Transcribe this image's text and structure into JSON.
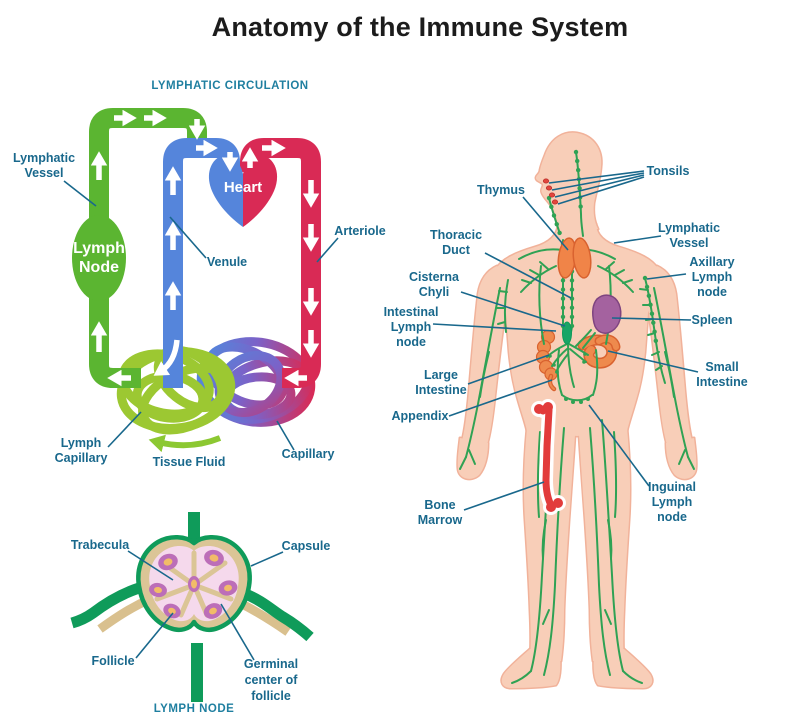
{
  "title": "Anatomy of the Immune System",
  "colors": {
    "label_text": "#19688C",
    "heading_teal": "#1F7FA0",
    "lymph_green": "#5BB531",
    "capillary_light_green": "#9CC832",
    "vein_blue": "#5585DB",
    "artery_red": "#D92A55",
    "body_skin": "#F8CEB8",
    "body_vessel_green": "#2FA254",
    "organ_orange": "#EE8A4D",
    "spleen_purple": "#A4629F",
    "bone_red": "#E23B3B",
    "node_capsule_tan": "#DBC596",
    "node_interior_pink": "#F5D9EC",
    "node_follicle_purple": "#BC6EB8",
    "node_germinal_orange": "#F2BC68",
    "node_vessel_green": "#0F9B5A"
  },
  "circulation": {
    "heading": "LYMPHATIC CIRCULATION",
    "labels": {
      "lymphatic_vessel": [
        "Lymphatic",
        "Vessel"
      ],
      "lymph_node": [
        "Lymph",
        "Node"
      ],
      "heart": "Heart",
      "venule": "Venule",
      "arteriole": "Arteriole",
      "lymph_capillary": [
        "Lymph",
        "Capillary"
      ],
      "tissue_fluid": "Tissue Fluid",
      "capillary": "Capillary"
    }
  },
  "lymph_node_diagram": {
    "heading": "LYMPH NODE",
    "labels": {
      "trabecula": "Trabecula",
      "capsule": "Capsule",
      "follicle": "Follicle",
      "germinal_center": [
        "Germinal",
        "center of",
        "follicle"
      ]
    }
  },
  "body_diagram": {
    "labels": {
      "thymus": "Thymus",
      "tonsils": "Tonsils",
      "thoracic_duct": [
        "Thoracic",
        "Duct"
      ],
      "cisterna_chyli": [
        "Cisterna",
        "Chyli"
      ],
      "intestinal_lymph_node": [
        "Intestinal",
        "Lymph",
        "node"
      ],
      "large_intestine": [
        "Large",
        "Intestine"
      ],
      "appendix": "Appendix",
      "bone_marrow": [
        "Bone",
        "Marrow"
      ],
      "lymphatic_vessel": [
        "Lymphatic",
        "Vessel"
      ],
      "axillary_lymph_node": [
        "Axillary",
        "Lymph",
        "node"
      ],
      "spleen": "Spleen",
      "small_intestine": [
        "Small",
        "Intestine"
      ],
      "inguinal_lymph_node": [
        "Inguinal",
        "Lymph",
        "node"
      ]
    }
  }
}
